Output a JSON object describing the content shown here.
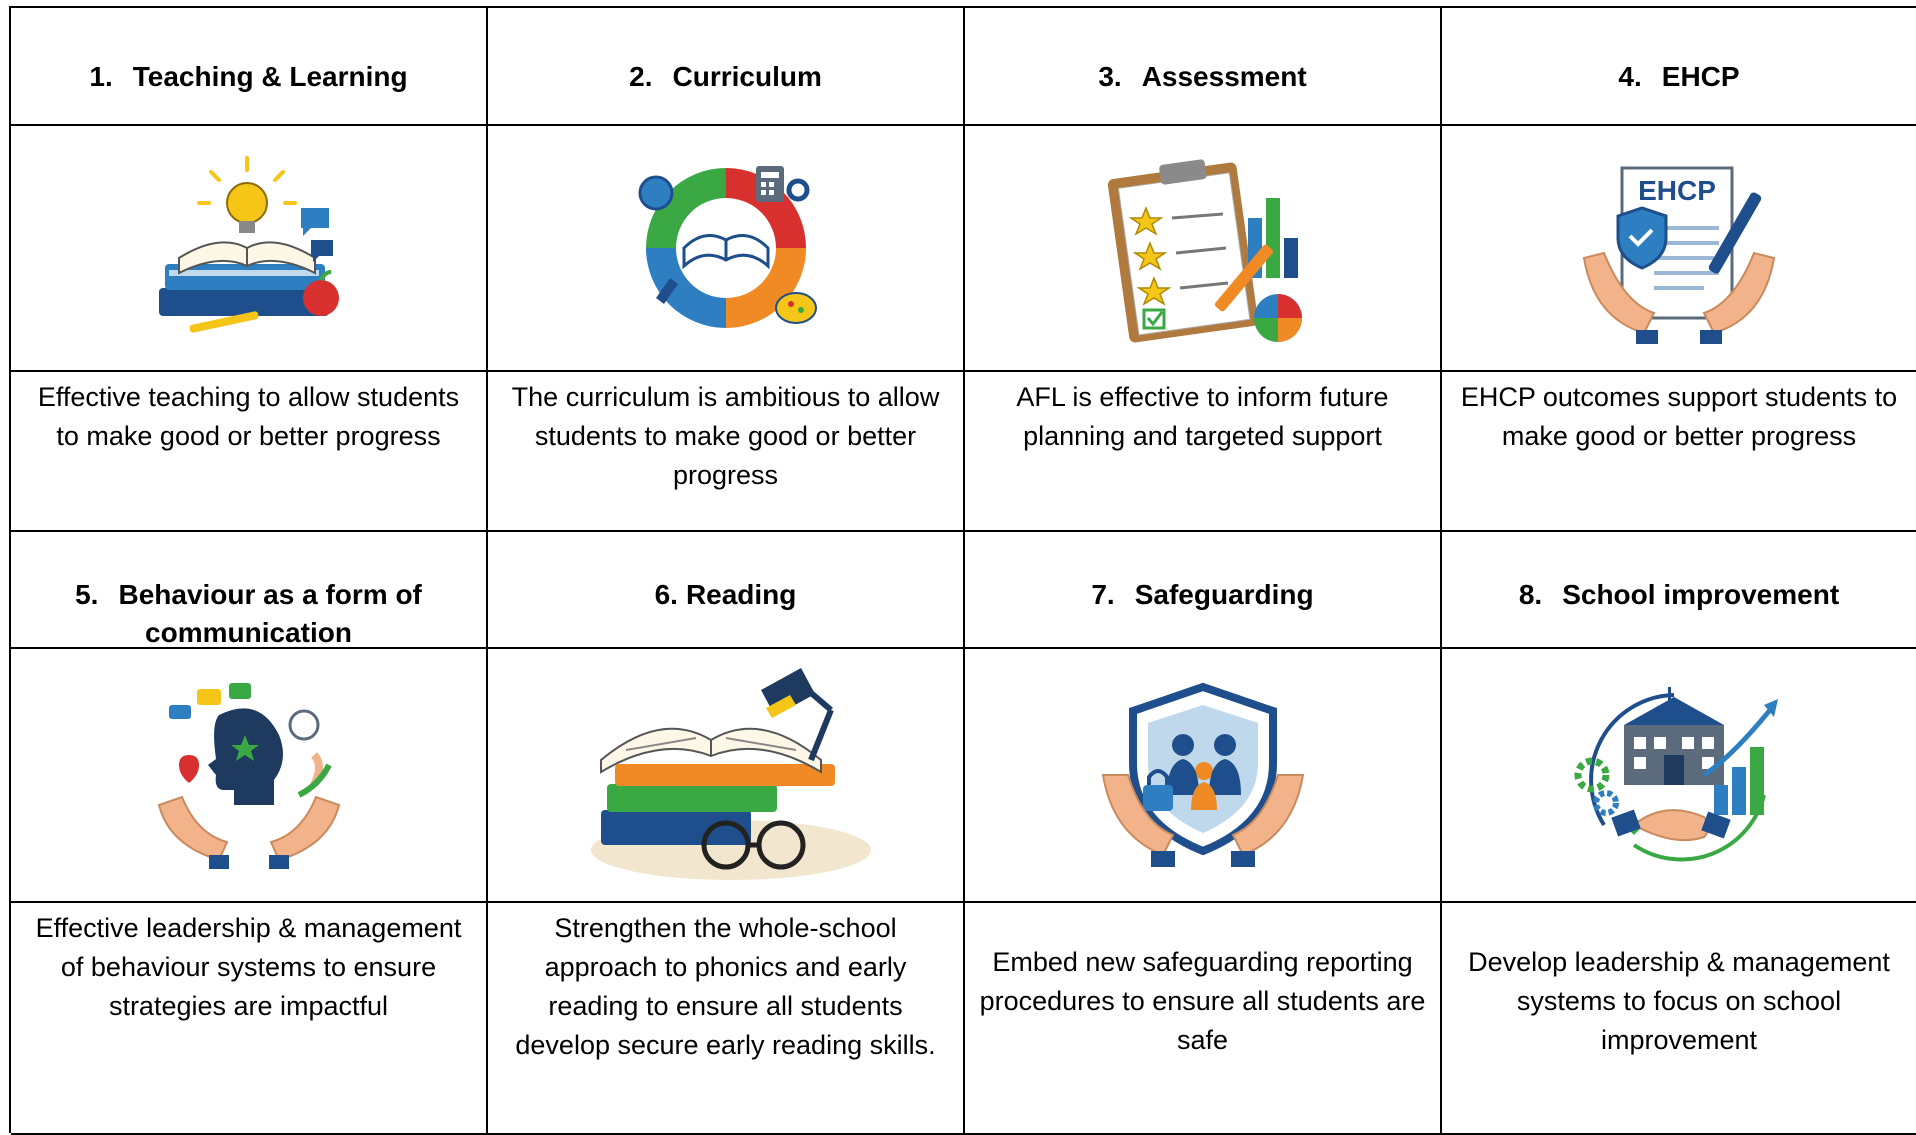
{
  "cards": [
    {
      "num": "1.",
      "title": "Teaching & Learning",
      "icon": "book-lightbulb-icon",
      "desc": "Effective teaching to allow students to make good or better progress"
    },
    {
      "num": "2.",
      "title": "Curriculum",
      "icon": "curriculum-puzzle-icon",
      "desc": "The curriculum is ambitious to allow students to make good or better progress"
    },
    {
      "num": "3.",
      "title": "Assessment",
      "icon": "clipboard-chart-icon",
      "desc": "AFL is effective to inform future planning and targeted support"
    },
    {
      "num": "4.",
      "title": "EHCP",
      "icon": "ehcp-document-icon",
      "desc": "EHCP outcomes support students to make good or better progress"
    },
    {
      "num": "5.",
      "title": "Behaviour as a form of communication",
      "icon": "head-hands-icon",
      "desc": "Effective leadership & management of behaviour systems to ensure strategies are impactful"
    },
    {
      "num": "6.",
      "title": "Reading",
      "icon": "books-lamp-icon",
      "desc": "Strengthen the whole-school approach to phonics and early reading to ensure all students develop secure early reading skills."
    },
    {
      "num": "7.",
      "title": "Safeguarding",
      "icon": "shield-family-icon",
      "desc": "Embed new safeguarding reporting procedures to ensure all students are safe"
    },
    {
      "num": "8.",
      "title": "School improvement",
      "icon": "school-growth-icon",
      "desc": "Develop leadership & management systems to focus on school improvement"
    }
  ],
  "colors": {
    "border": "#000000",
    "navy": "#1f4e8c",
    "blue": "#2e7fc1",
    "green": "#3aa843",
    "yellow": "#f5c518",
    "red": "#d8302f",
    "orange": "#f08a24",
    "skin": "#f2b38a"
  }
}
